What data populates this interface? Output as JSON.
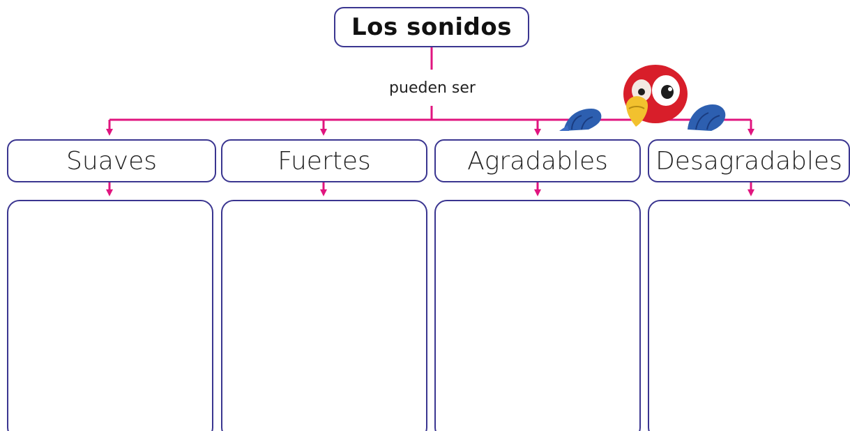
{
  "diagram": {
    "title": "Los sonidos",
    "connector_label": "pueden ser",
    "categories": [
      {
        "label": "Suaves"
      },
      {
        "label": "Fuertes"
      },
      {
        "label": "Agradables"
      },
      {
        "label": "Desagradables"
      }
    ]
  },
  "colors": {
    "box_border": "#3a3590",
    "connector": "#e0157f"
  },
  "decoration": {
    "icon": "parrot-icon"
  }
}
